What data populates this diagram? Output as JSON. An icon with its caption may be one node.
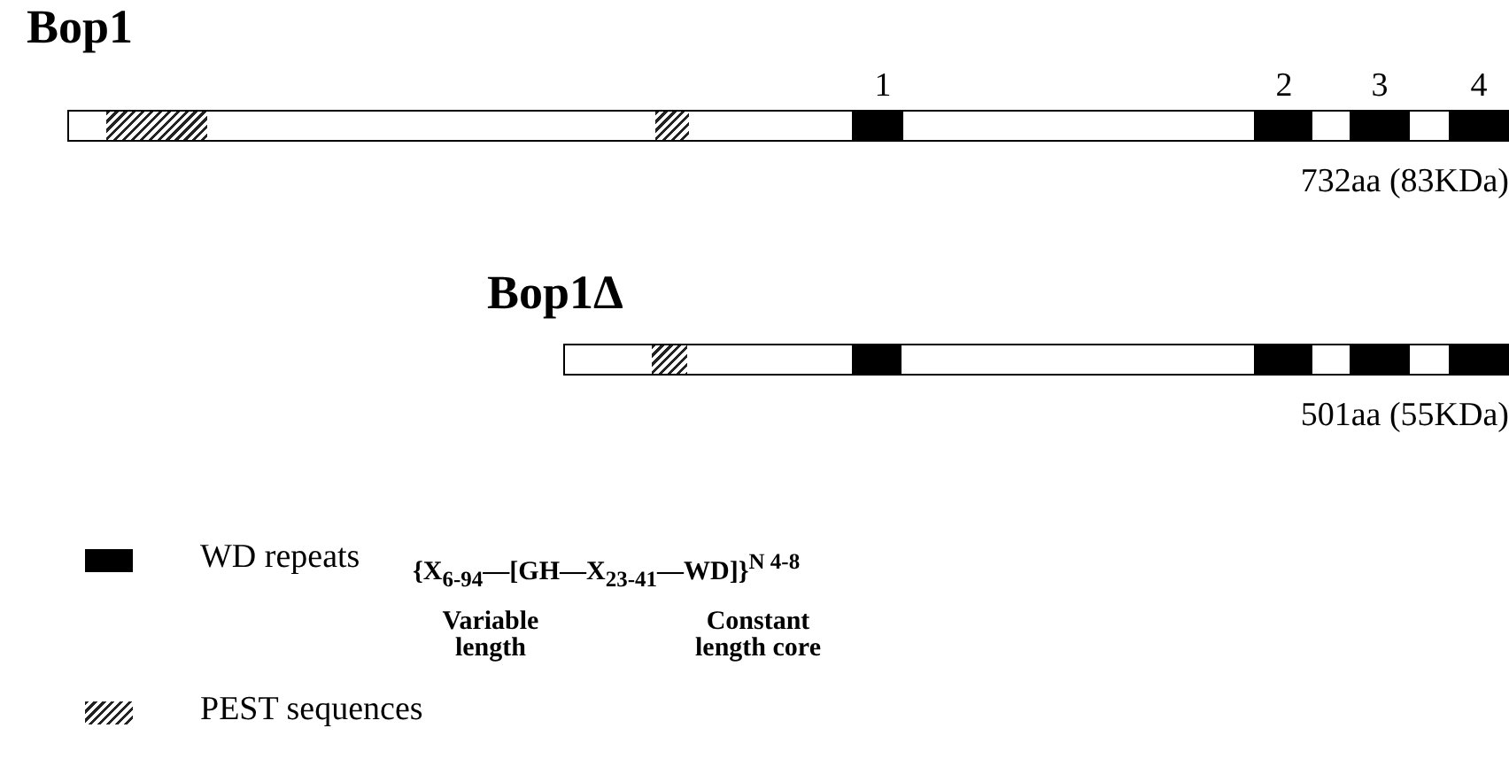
{
  "diagram": {
    "nodes": [
      {
        "text": [
          "Bop1"
        ],
        "beside": [
          "732aa (83KDa)"
        ]
      },
      {
        "text": [
          "Bop1Δ"
        ],
        "beside": [
          "501aa (55KDa)"
        ]
      }
    ],
    "labels": [
      "1",
      "2",
      "3",
      "4",
      "{X$_{6-94}$—[GH—X$_{23-41}$—WD]}$^{N 4-8}$",
      "Variable length",
      "Constant length core"
    ],
    "legend": [
      {
        "text": "WD repeats",
        "color": "#000000"
      },
      {
        "text": "PEST sequences"
      }
    ]
  }
}
